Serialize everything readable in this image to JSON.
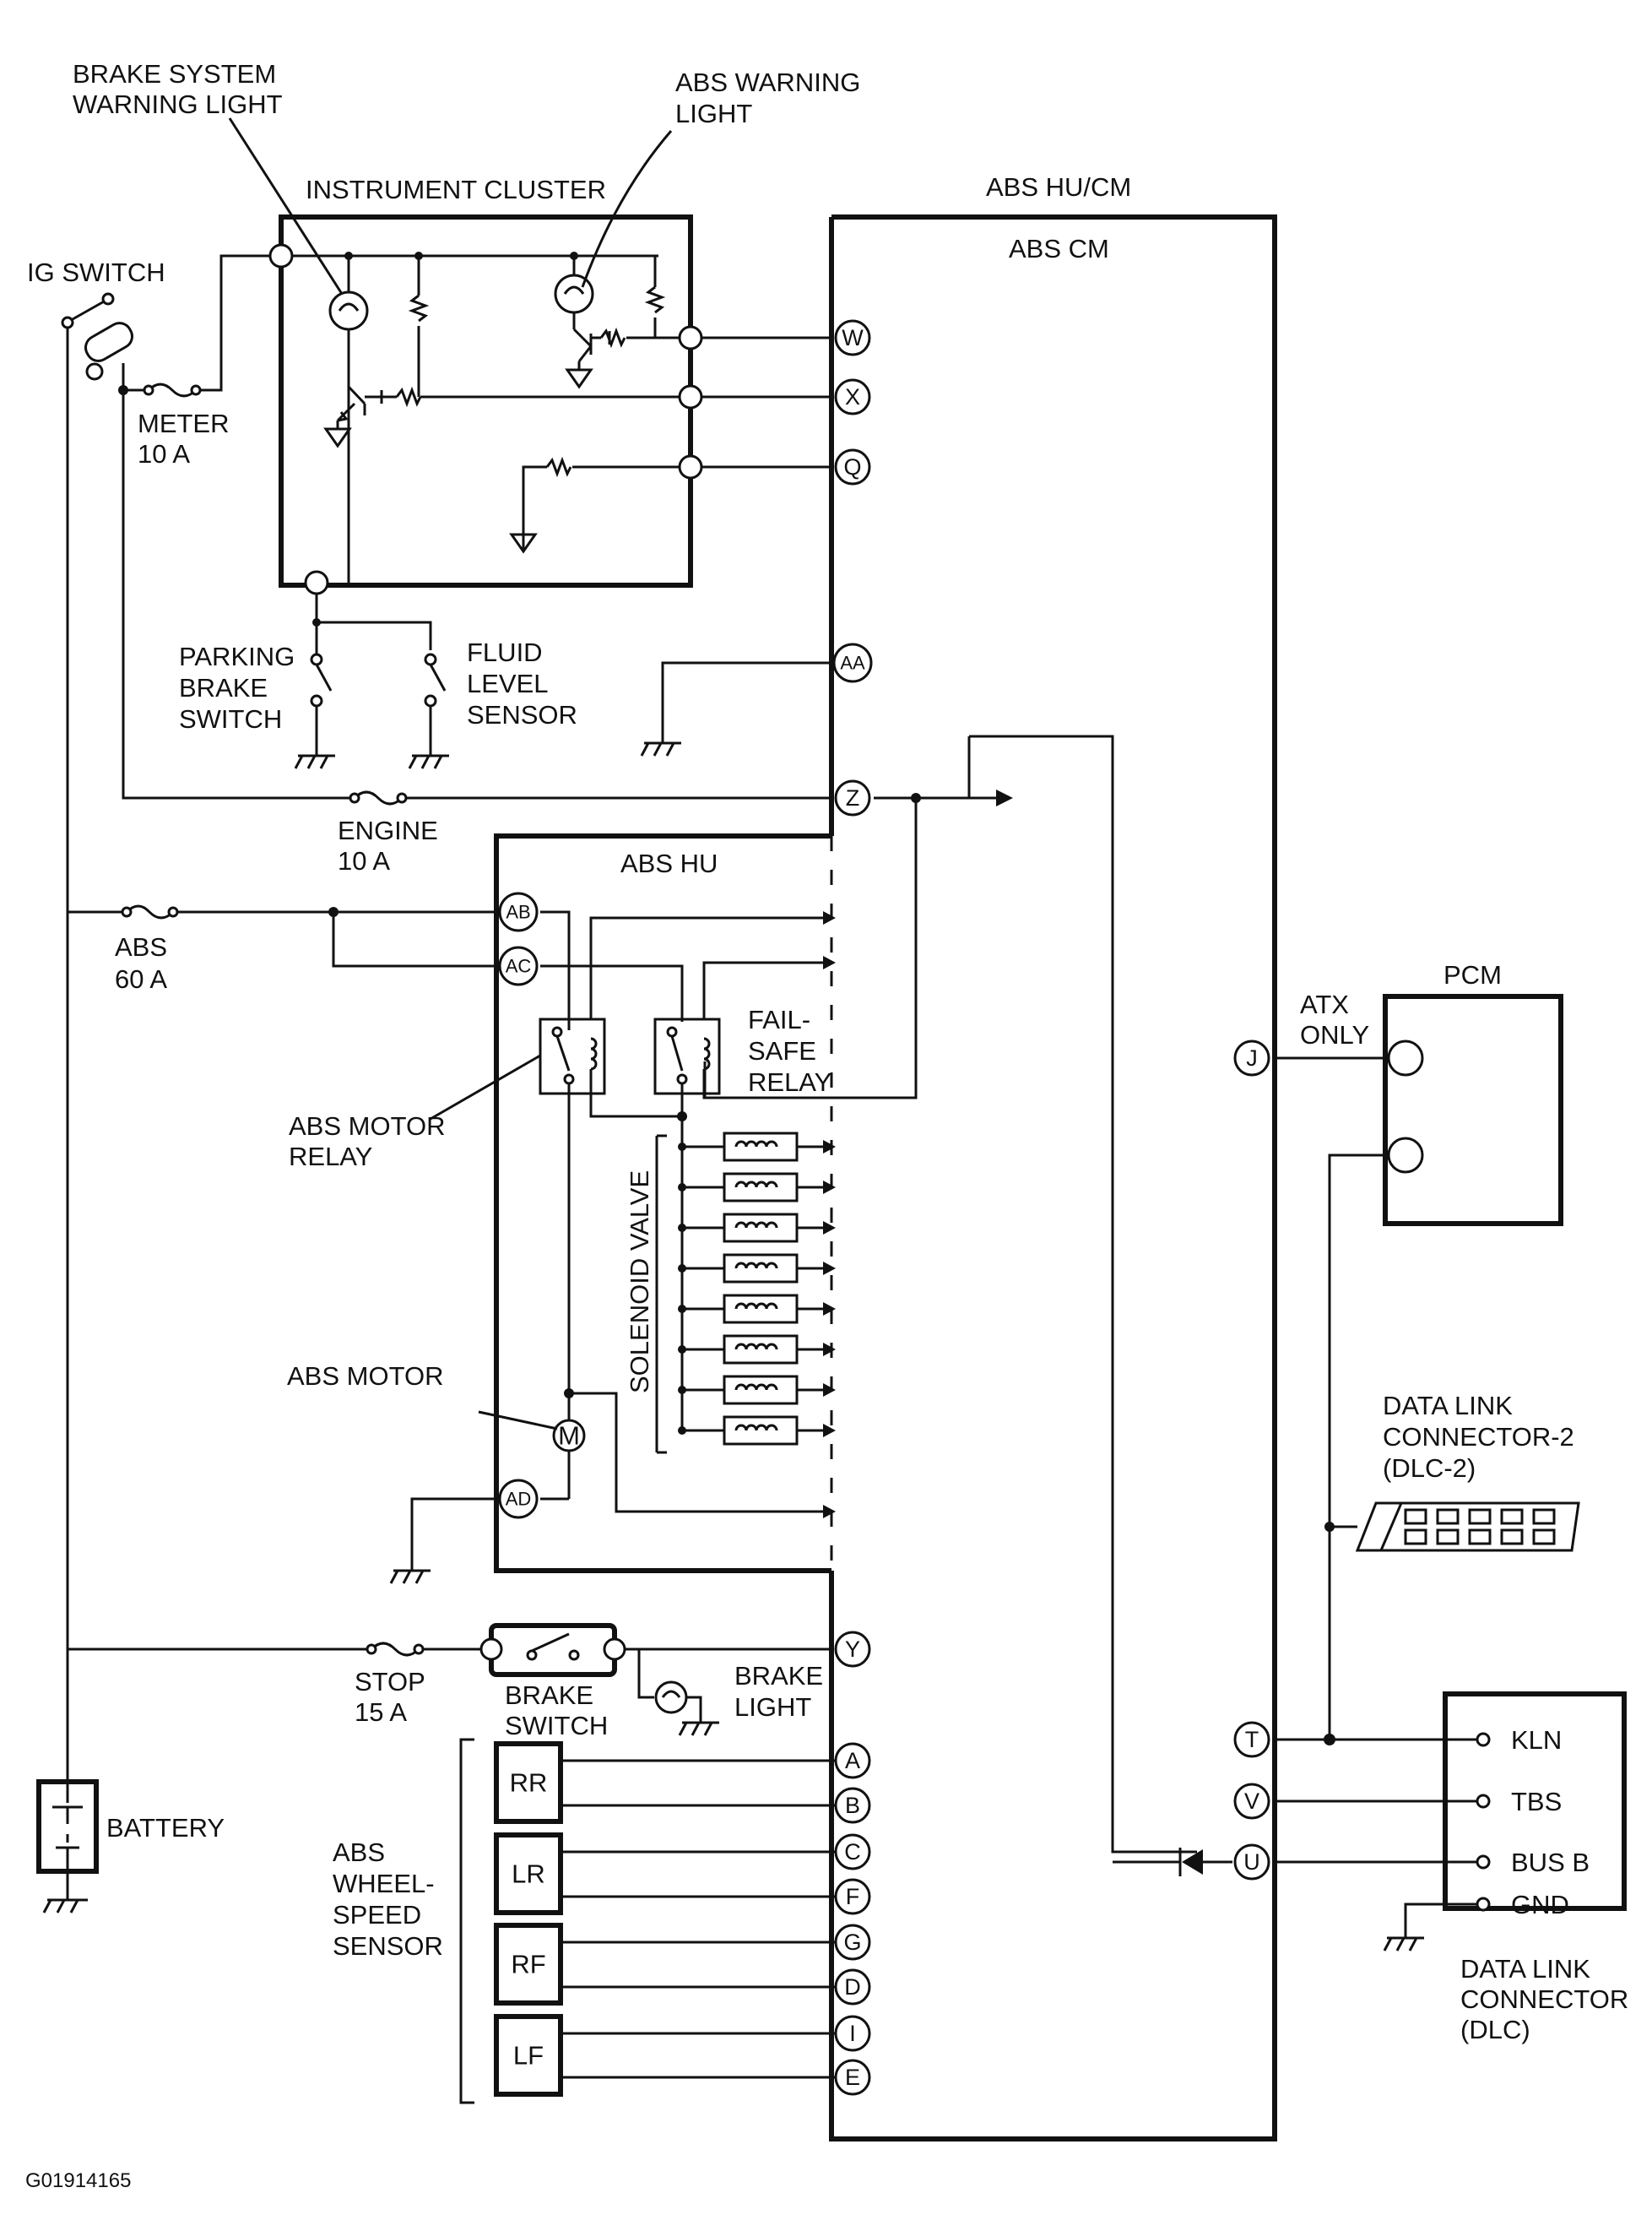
{
  "labels": {
    "brake_system_warning_light": [
      "BRAKE SYSTEM",
      "WARNING LIGHT"
    ],
    "abs_warning_light": [
      "ABS WARNING",
      "LIGHT"
    ],
    "instrument_cluster": "INSTRUMENT CLUSTER",
    "ig_switch": "IG SWITCH",
    "meter_fuse": [
      "METER",
      "10 A"
    ],
    "parking_brake_switch": [
      "PARKING",
      "BRAKE",
      "SWITCH"
    ],
    "fluid_level_sensor": [
      "FLUID",
      "LEVEL",
      "SENSOR"
    ],
    "engine_fuse": [
      "ENGINE",
      "10 A"
    ],
    "abs_hu_cm": "ABS HU/CM",
    "abs_cm": "ABS CM",
    "abs_hu": "ABS HU",
    "abs_fuse": [
      "ABS",
      "60 A"
    ],
    "fail_safe_relay": [
      "FAIL-",
      "SAFE",
      "RELAY"
    ],
    "abs_motor_relay": [
      "ABS MOTOR",
      "RELAY"
    ],
    "solenoid_valve": "SOLENOID VALVE",
    "abs_motor": "ABS MOTOR",
    "motor_symbol": "M",
    "stop_fuse": [
      "STOP",
      "15 A"
    ],
    "brake_switch": [
      "BRAKE",
      "SWITCH"
    ],
    "brake_light": [
      "BRAKE",
      "LIGHT"
    ],
    "battery": "BATTERY",
    "abs_wheel_speed_sensor": [
      "ABS",
      "WHEEL-",
      "SPEED",
      "SENSOR"
    ],
    "sensors": [
      "RR",
      "LR",
      "RF",
      "LF"
    ],
    "pcm": "PCM",
    "atx_only": [
      "ATX",
      "ONLY"
    ],
    "dlc2": [
      "DATA LINK",
      "CONNECTOR-2",
      "(DLC-2)"
    ],
    "dlc": [
      "DATA LINK",
      "CONNECTOR",
      "(DLC)"
    ],
    "dlc_terminals": [
      "KLN",
      "TBS",
      "BUS B",
      "GND"
    ],
    "figure_id": "G01914165"
  },
  "pins": {
    "W": "W",
    "X": "X",
    "Q": "Q",
    "AA": "AA",
    "Z": "Z",
    "AB": "AB",
    "AC": "AC",
    "AD": "AD",
    "Y": "Y",
    "A": "A",
    "B": "B",
    "C": "C",
    "F": "F",
    "G": "G",
    "D": "D",
    "I": "I",
    "E": "E",
    "J": "J",
    "T": "T",
    "V": "V",
    "U": "U"
  }
}
